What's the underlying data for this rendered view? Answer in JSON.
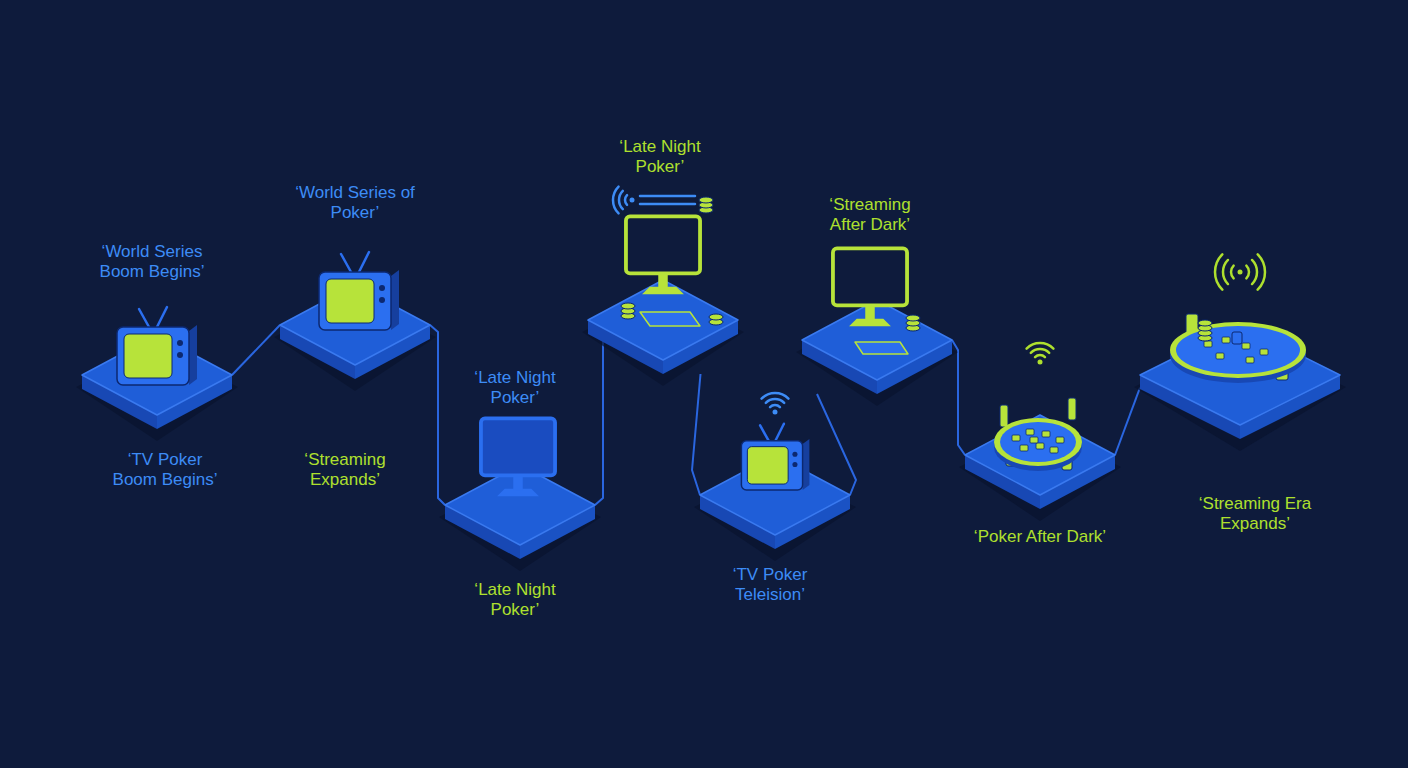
{
  "diagram": {
    "nodes": [
      {
        "text": [
          "‘World Series Boom Begins’",
          "‘TV Poker Boom Begins’"
        ]
      },
      {
        "text": [
          "‘World Series of Poker’",
          "‘Streaming Expands’"
        ]
      },
      {
        "text": [
          "‘Late Night Poker’",
          "‘Late Night Poker’"
        ]
      },
      {
        "text": [
          "‘Late Night Poker’"
        ]
      },
      {
        "text": [
          "‘TV Poker Teleision’"
        ]
      },
      {
        "text": [
          "‘Streaming After Dark’"
        ]
      },
      {
        "text": [
          "‘Poker After Dark’"
        ]
      },
      {
        "text": [
          "‘Streaming Era Expands’"
        ]
      }
    ],
    "edges": [
      {
        "from": 0,
        "to": 1,
        "arrow": "none"
      },
      {
        "from": 1,
        "to": 2,
        "arrow": "none"
      },
      {
        "from": 2,
        "to": 3,
        "arrow": "none"
      },
      {
        "from": 3,
        "to": 4,
        "arrow": "none"
      },
      {
        "from": 4,
        "to": 5,
        "arrow": "none"
      },
      {
        "from": 5,
        "to": 6,
        "arrow": "none"
      },
      {
        "from": 6,
        "to": 7,
        "arrow": "none"
      }
    ]
  }
}
